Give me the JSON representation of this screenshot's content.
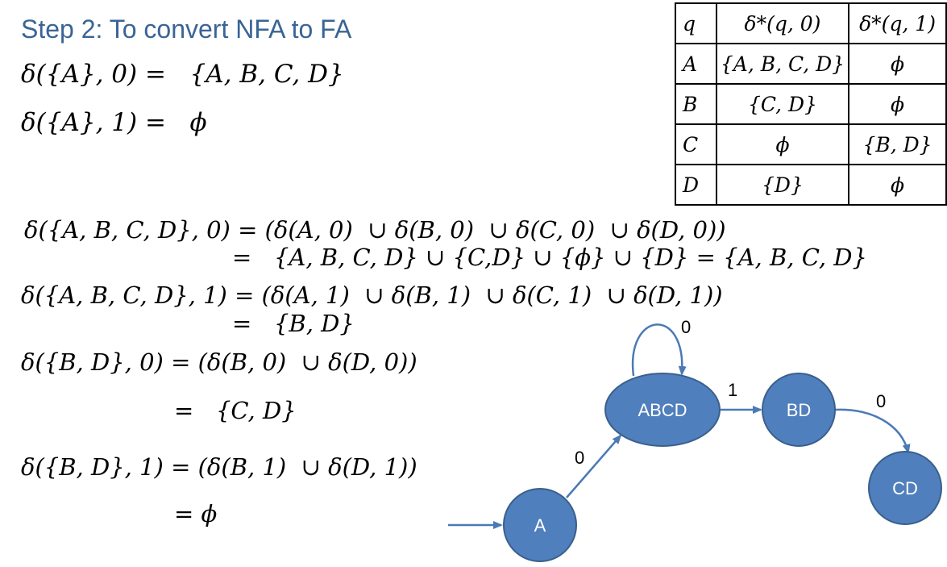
{
  "title": "Step 2: To convert NFA to FA",
  "lines": {
    "l1": "δ({A}, 0) =   {A, B, C, D}",
    "l2": "δ({A}, 1) =   ϕ",
    "l3": "δ({A, B, C, D}, 0) = (δ(A, 0)  ∪ δ(B, 0)  ∪ δ(C, 0)  ∪ δ(D, 0))",
    "l4": "=   {A, B, C, D} ∪ {C,D} ∪ {ϕ} ∪ {D} = {A, B, C, D}",
    "l5": "δ({A, B, C, D}, 1) = (δ(A, 1)  ∪ δ(B, 1)  ∪ δ(C, 1)  ∪ δ(D, 1))",
    "l6": "=   {B, D}",
    "l7": "δ({B, D}, 0) = (δ(B, 0)  ∪ δ(D, 0))",
    "l8": "=   {C, D}",
    "l9": "δ({B, D}, 1) = (δ(B, 1)  ∪ δ(D, 1))",
    "l10": "= ϕ"
  },
  "table": {
    "headers": [
      "q",
      "δ*(q, 0)",
      "δ*(q, 1)"
    ],
    "rows": [
      [
        "A",
        "{A, B, C, D}",
        "ϕ"
      ],
      [
        "B",
        "{C, D}",
        "ϕ"
      ],
      [
        "C",
        "ϕ",
        "{B, D}"
      ],
      [
        "D",
        "{D}",
        "ϕ"
      ]
    ]
  },
  "diagram": {
    "nodes": {
      "a": "A",
      "abcd": "ABCD",
      "bd": "BD",
      "cd": "CD"
    },
    "edges": {
      "a_abcd": "0",
      "abcd_loop": "0",
      "abcd_bd": "1",
      "bd_cd": "0"
    },
    "node_fill": "#4f7fbc",
    "node_stroke": "#3a5f8c",
    "edge_color": "#4a7ab5"
  }
}
